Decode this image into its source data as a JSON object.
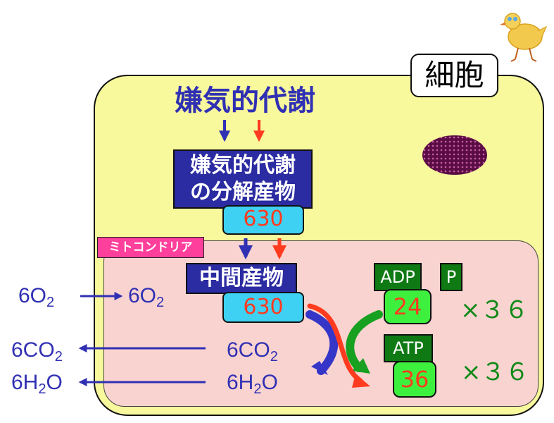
{
  "cell_label": "細胞",
  "title": "嫌気的代謝",
  "product_box": {
    "line1": "嫌気的代謝",
    "line2": "の分解産物"
  },
  "value_top": "630",
  "mito_label": "ミトコンドリア",
  "mid_box": "中間産物",
  "value_mid": "630",
  "adp_label": "ADP",
  "p_label": "P",
  "value_24": "24",
  "atp_label": "ATP",
  "value_36": "36",
  "multiplier_1": "×３６",
  "multiplier_2": "×３６",
  "o2": {
    "coef": "6O",
    "sub": "2"
  },
  "co2": {
    "coef": "6CO",
    "sub": "2"
  },
  "h2o": {
    "pre": "6H",
    "sub": "2",
    "post": "O"
  },
  "colors": {
    "cell": "#f8f89c",
    "mito": "#f9d3d0",
    "navy": "#2b2ba2",
    "cyan": "#3fd1f3",
    "green": "#0f7a14",
    "lime": "#3ef03e",
    "red": "#ff3b1f",
    "blue": "#3030b4",
    "magenta": "#ff3f9c",
    "nucleus": "#5a0c45"
  },
  "icons": {
    "chick": "chick-illustration-icon"
  }
}
